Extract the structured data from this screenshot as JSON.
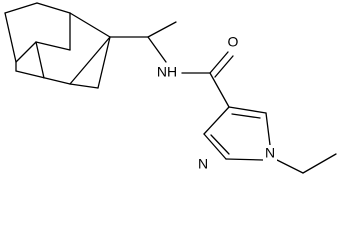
{
  "molecule": {
    "atom_labels": {
      "amide_nh": "NH",
      "carbonyl_o": "O",
      "pyrazole_n1": "N",
      "pyrazole_n2": "N"
    }
  }
}
